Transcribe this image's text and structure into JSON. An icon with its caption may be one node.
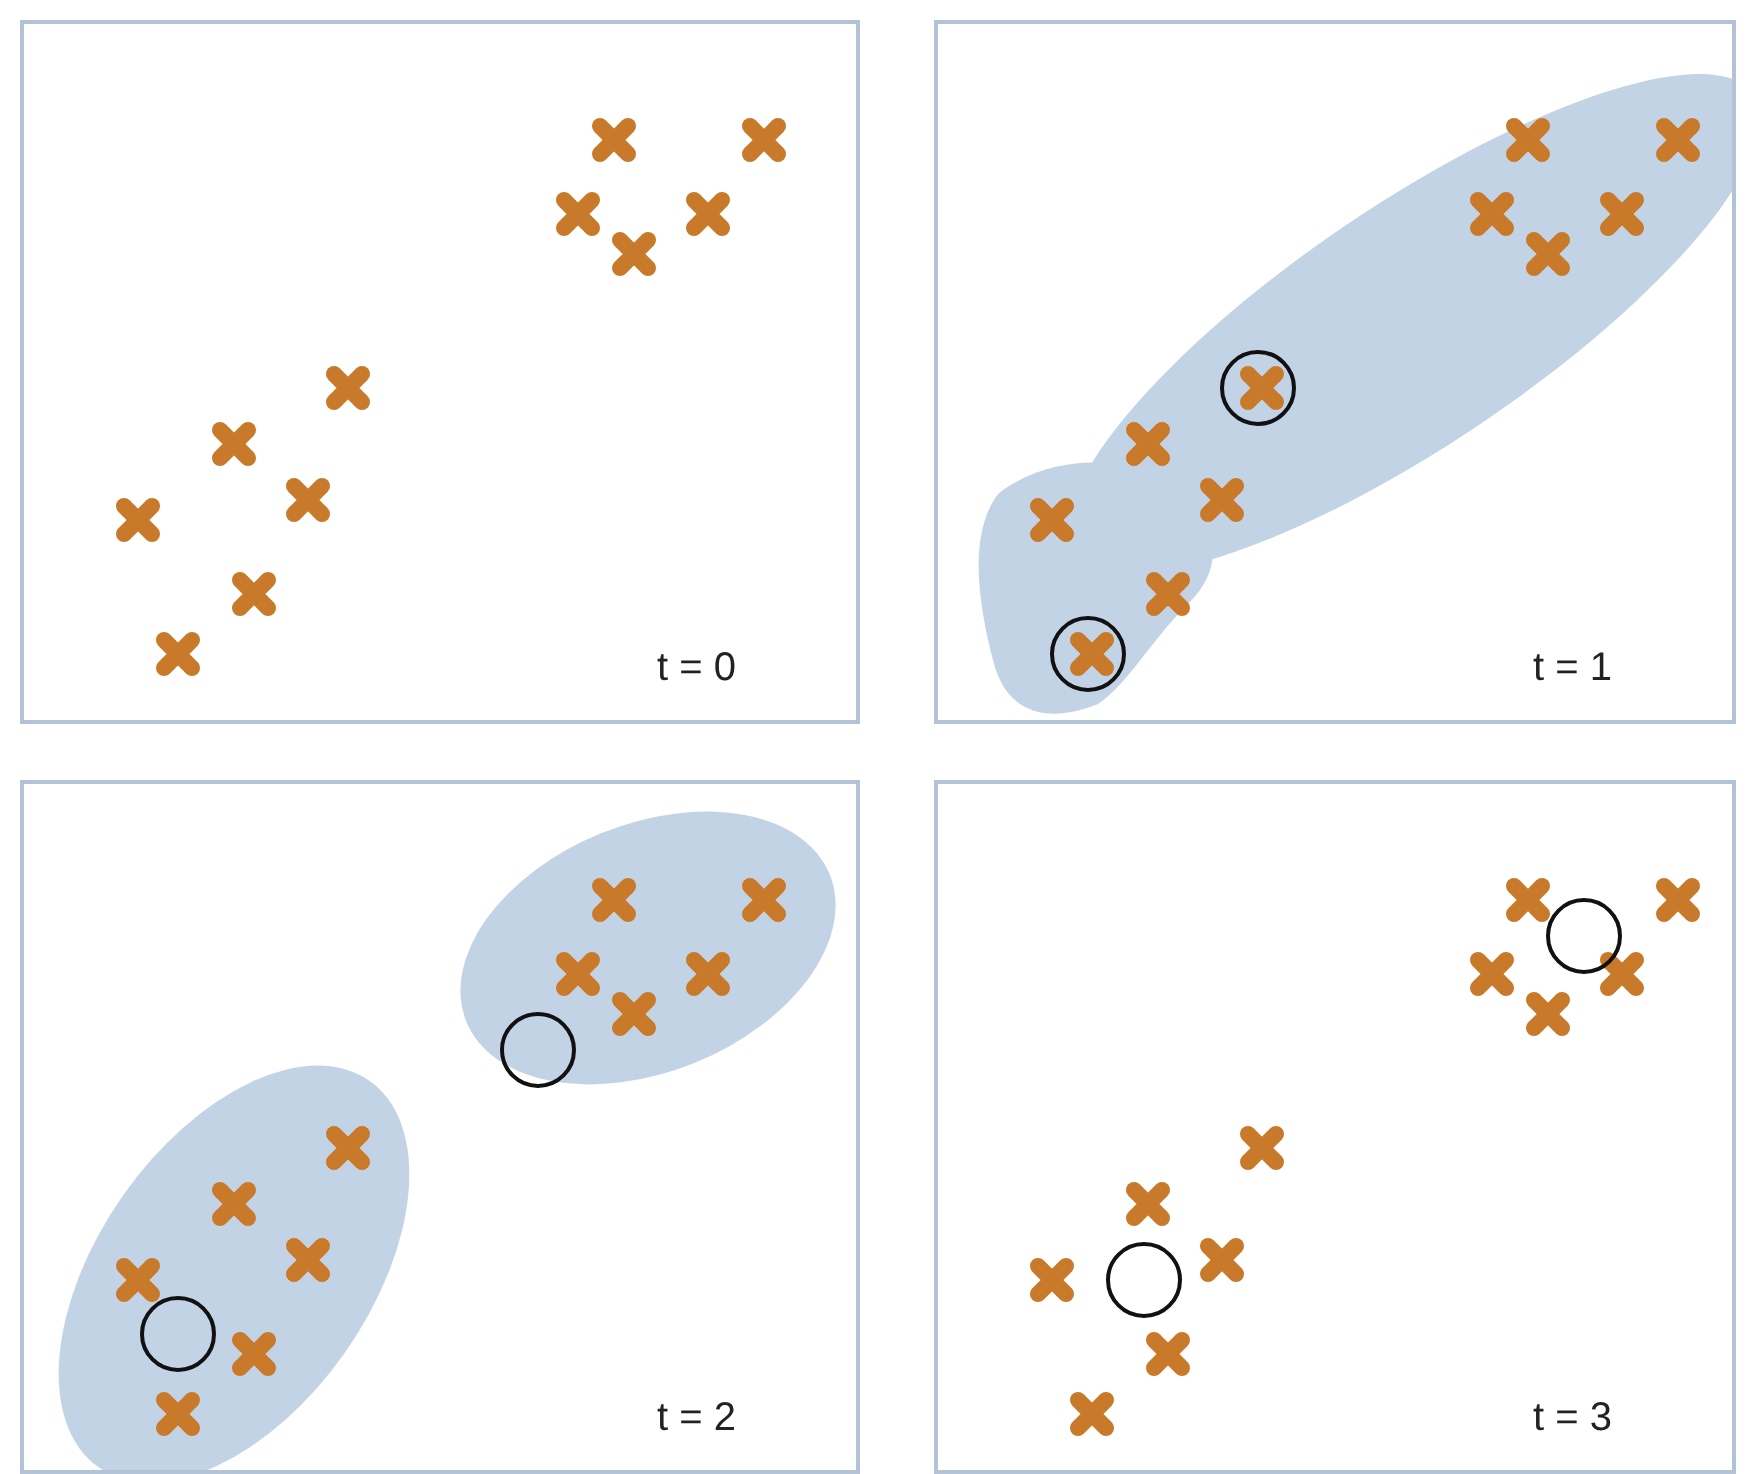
{
  "diagram": {
    "nodes": [
      {
        "text": [
          "t = 0"
        ]
      },
      {
        "text": [
          "t = 1"
        ]
      },
      {
        "text": [
          "t = 2"
        ]
      },
      {
        "text": [
          "t = 3"
        ]
      }
    ]
  }
}
